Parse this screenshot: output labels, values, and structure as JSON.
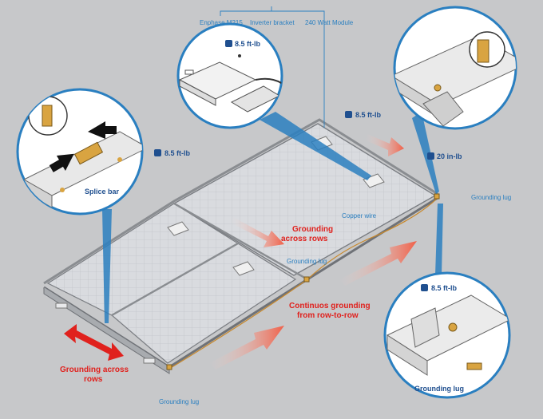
{
  "labels": {
    "enphase": "Enphase M215",
    "inverter_bracket": "Inverter bracket",
    "module": "240 Watt Module",
    "torque_inverter": "8.5 ft-lb",
    "torque_top_right": "8.5 ft-lb",
    "torque_splice": "8.5 ft-lb",
    "torque_clip": "20 in-lb",
    "torque_lug": "8.5 ft-lb",
    "splice_bar": "Splice bar",
    "grounding_lug_top": "Grounding lug",
    "grounding_lug_mid": "Grounding lug",
    "grounding_lug_bottom": "Grounding lug",
    "copper_wire": "Copper wire",
    "grounding_across_rows_mid_1": "Grounding",
    "grounding_across_rows_mid_2": "across rows",
    "grounding_across_rows_left_1": "Grounding across",
    "grounding_across_rows_left_2": "rows",
    "continuous_1": "Continuos grounding",
    "continuous_2": "from row-to-row",
    "grounding_lug_callout": "Grounding lug"
  },
  "colors": {
    "background": "#c7c8ca",
    "callout_blue": "#2a7fc0",
    "text_blue": "#1f4f8f",
    "text_red": "#e0211d",
    "copper": "#c8882a"
  },
  "icons": [
    "torque-wrench-icon"
  ]
}
